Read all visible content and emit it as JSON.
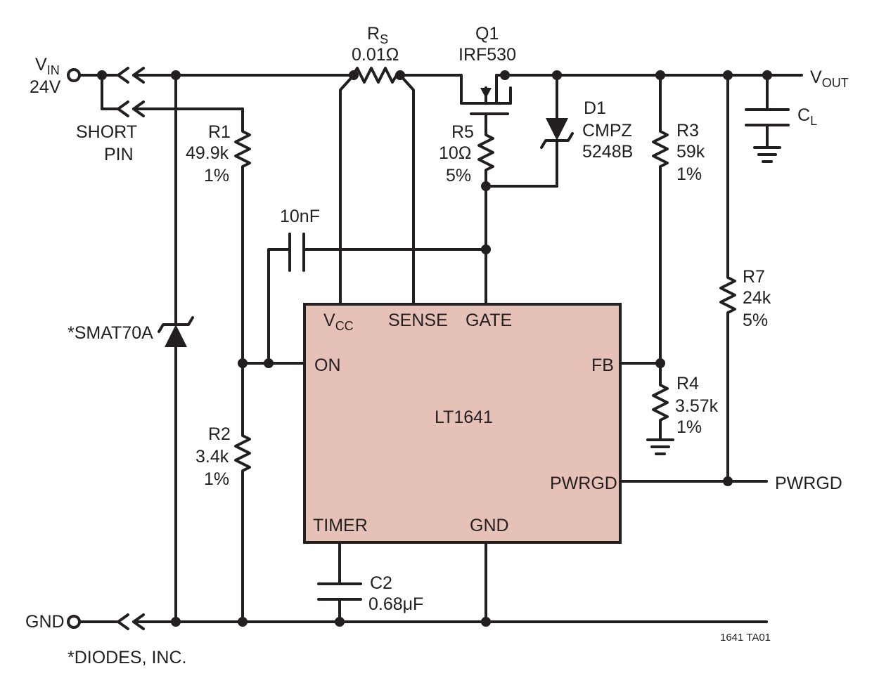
{
  "colors": {
    "ic_fill": "#e6c1b8",
    "ink": "#231f20"
  },
  "vin": {
    "label": "V",
    "sub": "IN",
    "value": "24V"
  },
  "gnd_label": "GND",
  "vout": {
    "label": "V",
    "sub": "OUT"
  },
  "short_pin": [
    "SHORT",
    "PIN"
  ],
  "rs": {
    "name": "R",
    "sub": "S",
    "value": "0.01Ω"
  },
  "q1": {
    "name": "Q1",
    "part": "IRF530"
  },
  "d1": {
    "name": "D1",
    "part1": "CMPZ",
    "part2": "5248B"
  },
  "r1": {
    "name": "R1",
    "value": "49.9k",
    "tol": "1%"
  },
  "r2": {
    "name": "R2",
    "value": "3.4k",
    "tol": "1%"
  },
  "r3": {
    "name": "R3",
    "value": "59k",
    "tol": "1%"
  },
  "r4": {
    "name": "R4",
    "value": "3.57k",
    "tol": "1%"
  },
  "r5": {
    "name": "R5",
    "value": "10Ω",
    "tol": "5%"
  },
  "r7": {
    "name": "R7",
    "value": "24k",
    "tol": "5%"
  },
  "cl": {
    "name": "C",
    "sub": "L"
  },
  "c2": {
    "name": "C2",
    "value": "0.68μF"
  },
  "cap_on": "10nF",
  "tvs": "*SMAT70A",
  "ic": {
    "name": "LT1641",
    "pin_vcc": "V",
    "pin_vcc_sub": "CC",
    "pin_sense": "SENSE",
    "pin_gate": "GATE",
    "pin_on": "ON",
    "pin_fb": "FB",
    "pin_pwrgd": "PWRGD",
    "pin_timer": "TIMER",
    "pin_gnd": "GND"
  },
  "pwrgd_out": "PWRGD",
  "footnote": "*DIODES, INC.",
  "figure_id": "1641 TA01"
}
